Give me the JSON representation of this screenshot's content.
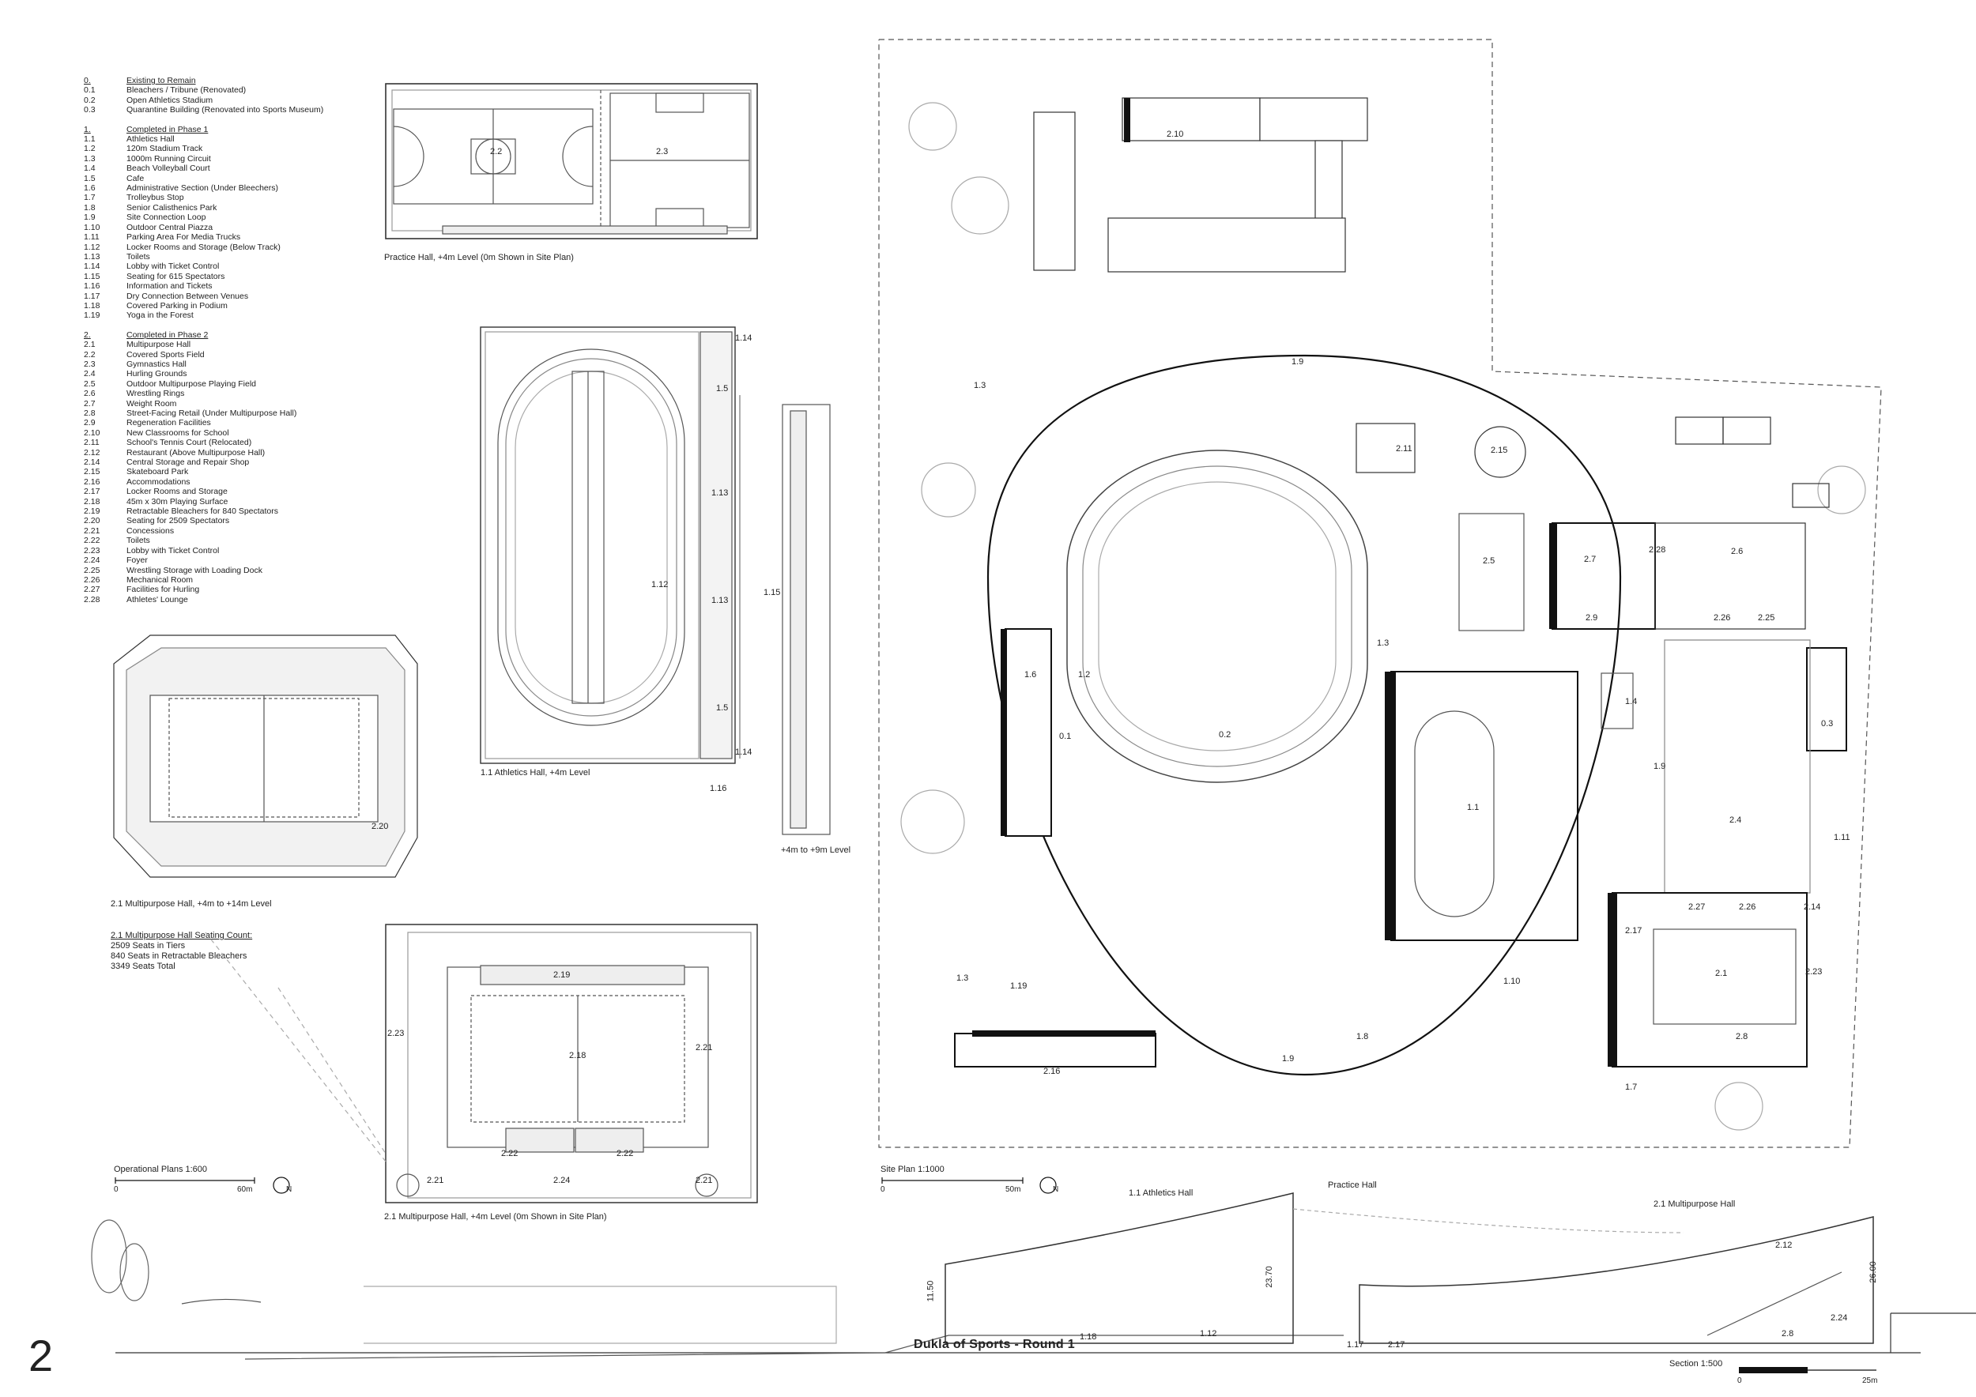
{
  "legend": [
    {
      "head": {
        "num": "0.",
        "text": "Existing to Remain"
      },
      "items": [
        {
          "num": "0.1",
          "text": "Bleachers / Tribune (Renovated)"
        },
        {
          "num": "0.2",
          "text": "Open Athletics Stadium"
        },
        {
          "num": "0.3",
          "text": "Quarantine Building (Renovated into Sports Museum)"
        }
      ]
    },
    {
      "head": {
        "num": "1.",
        "text": "Completed in Phase 1"
      },
      "items": [
        {
          "num": "1.1",
          "text": "Athletics Hall"
        },
        {
          "num": "1.2",
          "text": "120m Stadium Track"
        },
        {
          "num": "1.3",
          "text": "1000m Running Circuit"
        },
        {
          "num": "1.4",
          "text": "Beach Volleyball Court"
        },
        {
          "num": "1.5",
          "text": "Cafe"
        },
        {
          "num": "1.6",
          "text": "Administrative Section (Under Bleechers)"
        },
        {
          "num": "1.7",
          "text": "Trolleybus Stop"
        },
        {
          "num": "1.8",
          "text": "Senior Calisthenics Park"
        },
        {
          "num": "1.9",
          "text": "Site Connection Loop"
        },
        {
          "num": "1.10",
          "text": "Outdoor Central Piazza"
        },
        {
          "num": "1.11",
          "text": "Parking Area For Media Trucks"
        },
        {
          "num": "1.12",
          "text": "Locker Rooms and Storage (Below Track)"
        },
        {
          "num": "1.13",
          "text": "Toilets"
        },
        {
          "num": "1.14",
          "text": "Lobby with Ticket Control"
        },
        {
          "num": "1.15",
          "text": "Seating for 615 Spectators"
        },
        {
          "num": "1.16",
          "text": "Information and Tickets"
        },
        {
          "num": "1.17",
          "text": "Dry Connection Between Venues"
        },
        {
          "num": "1.18",
          "text": "Covered Parking in Podium"
        },
        {
          "num": "1.19",
          "text": "Yoga in the Forest"
        }
      ]
    },
    {
      "head": {
        "num": "2.",
        "text": "Completed in Phase 2"
      },
      "items": [
        {
          "num": "2.1",
          "text": "Multipurpose Hall"
        },
        {
          "num": "2.2",
          "text": "Covered Sports Field"
        },
        {
          "num": "2.3",
          "text": "Gymnastics Hall"
        },
        {
          "num": "2.4",
          "text": "Hurling Grounds"
        },
        {
          "num": "2.5",
          "text": "Outdoor Multipurpose Playing Field"
        },
        {
          "num": "2.6",
          "text": "Wrestling Rings"
        },
        {
          "num": "2.7",
          "text": "Weight Room"
        },
        {
          "num": "2.8",
          "text": "Street-Facing Retail (Under Multipurpose Hall)"
        },
        {
          "num": "2.9",
          "text": "Regeneration Facilities"
        },
        {
          "num": "2.10",
          "text": "New Classrooms for School"
        },
        {
          "num": "2.11",
          "text": "School's Tennis Court (Relocated)"
        },
        {
          "num": "2.12",
          "text": "Restaurant (Above Multipurpose Hall)"
        },
        {
          "num": "2.14",
          "text": "Central Storage and Repair Shop"
        },
        {
          "num": "2.15",
          "text": "Skateboard Park"
        },
        {
          "num": "2.16",
          "text": "Accommodations"
        },
        {
          "num": "2.17",
          "text": "Locker Rooms and Storage"
        },
        {
          "num": "2.18",
          "text": "45m x 30m Playing Surface"
        },
        {
          "num": "2.19",
          "text": "Retractable Bleachers  for 840 Spectators"
        },
        {
          "num": "2.20",
          "text": "Seating for 2509 Spectators"
        },
        {
          "num": "2.21",
          "text": "Concessions"
        },
        {
          "num": "2.22",
          "text": "Toilets"
        },
        {
          "num": "2.23",
          "text": "Lobby with Ticket Control"
        },
        {
          "num": "2.24",
          "text": "Foyer"
        },
        {
          "num": "2.25",
          "text": "Wrestling Storage with Loading Dock"
        },
        {
          "num": "2.26",
          "text": "Mechanical Room"
        },
        {
          "num": "2.27",
          "text": "Facilities for Hurling"
        },
        {
          "num": "2.28",
          "text": "Athletes' Lounge"
        }
      ]
    }
  ],
  "seating": {
    "title": "2.1 Multipurpose Hall Seating Count:",
    "lines": [
      "2509 Seats in Tiers",
      "840 Seats in Retractable Bleachers",
      "3349 Seats Total"
    ]
  },
  "captions": {
    "practice_hall": "Practice Hall, +4m Level (0m Shown in Site Plan)",
    "athletics_hall": "1.1 Athletics Hall, +4m Level",
    "bleacher_level": "+4m to +9m Level",
    "multipurpose_upper": "2.1 Multipurpose Hall, +4m to +14m Level",
    "multipurpose_lower": "2.1 Multipurpose Hall, +4m Level (0m Shown in Site Plan)",
    "operational_scale": "Operational Plans 1:600",
    "op_scale_0": "0",
    "op_scale_end": "60m",
    "site_scale": "Site Plan 1:1000",
    "site_scale_0": "0",
    "site_scale_end": "50m",
    "section_scale": "Section 1:500",
    "section_scale_0": "0",
    "section_scale_end": "25m",
    "north": "N"
  },
  "section_labels": {
    "athletics": "1.1 Athletics Hall",
    "practice": "Practice Hall",
    "multipurpose": "2.1 Multipurpose Hall"
  },
  "tags": {
    "t2_2": "2.2",
    "t2_3": "2.3",
    "t1_14a": "1.14",
    "t1_5a": "1.5",
    "t1_13a": "1.13",
    "t1_13b": "1.13",
    "t1_5b": "1.5",
    "t1_14b": "1.14",
    "t1_12": "1.12",
    "t1_15": "1.15",
    "t1_16": "1.16",
    "t2_20": "2.20",
    "t2_19": "2.19",
    "t2_18": "2.18",
    "t2_23": "2.23",
    "t2_21a": "2.21",
    "t2_22a": "2.22",
    "t2_22b": "2.22",
    "t2_21b": "2.21",
    "t2_24": "2.24",
    "t2_21c": "2.21",
    "s2_10": "2.10",
    "s1_9a": "1.9",
    "s1_3a": "1.3",
    "s2_11": "2.11",
    "s2_15": "2.15",
    "s2_5": "2.5",
    "s2_7": "2.7",
    "s2_28": "2.28",
    "s2_6": "2.6",
    "s2_9": "2.9",
    "s2_26a": "2.26",
    "s2_25": "2.25",
    "s1_6": "1.6",
    "s1_2": "1.2",
    "s0_1": "0.1",
    "s0_2": "0.2",
    "s1_3b": "1.3",
    "s1_4": "1.4",
    "s0_3": "0.3",
    "s1_1": "1.1",
    "s1_9b": "1.9",
    "s2_4": "2.4",
    "s1_11": "1.11",
    "s2_27": "2.27",
    "s2_26b": "2.26",
    "s2_14": "2.14",
    "s2_17": "2.17",
    "s2_1": "2.1",
    "s2_23": "2.23",
    "s2_8": "2.8",
    "s1_3c": "1.3",
    "s1_19": "1.19",
    "s1_10": "1.10",
    "s1_8": "1.8",
    "s1_9c": "1.9",
    "s2_16": "2.16",
    "s1_7": "1.7",
    "x1_18": "1.18",
    "x1_12": "1.12",
    "x1_17": "1.17",
    "x2_17": "2.17",
    "x2_12": "2.12",
    "x2_24": "2.24",
    "x2_8": "2.8",
    "d11_50": "11.50",
    "d23_70": "23.70",
    "d26_00": "26.00"
  },
  "sheet_number": "2",
  "title": "Dukla of Sports - Round 1"
}
